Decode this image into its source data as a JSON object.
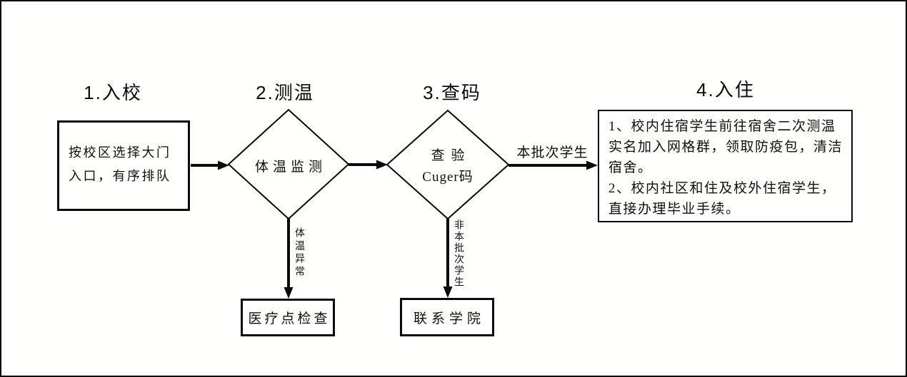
{
  "flowchart": {
    "titles": [
      "1.入校",
      "2.测温",
      "3.查码",
      "4.入住"
    ],
    "nodes": {
      "entry_box": {
        "lines": [
          "按校区选择大门",
          "入口，有序排队"
        ]
      },
      "temp_diamond": {
        "label": "体温监测"
      },
      "code_diamond": {
        "lines": [
          "查验",
          "Cuger码"
        ]
      },
      "checkin_box": {
        "lines": [
          "1、校内住宿学生前往宿舍二次测温",
          "实名加入网格群，领取防疫包，清洁",
          "宿舍。",
          "2、校内社区和住及校外住宿学生，",
          "直接办理毕业手续。"
        ]
      },
      "medical_box": {
        "label": "医疗点检查"
      },
      "college_box": {
        "label": "联系学院"
      }
    },
    "edge_labels": {
      "batch": "本批次学生",
      "temp_abnormal": "体温异常",
      "not_batch": "非本批次学生"
    },
    "colors": {
      "line": "#0a0a0a",
      "background": "#fffffe"
    }
  }
}
